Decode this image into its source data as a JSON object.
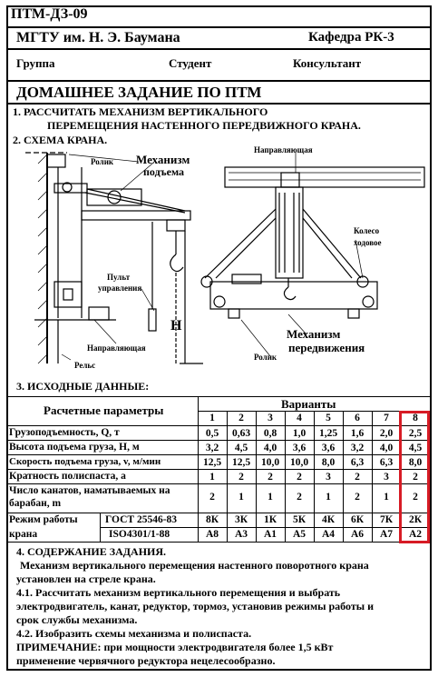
{
  "header": {
    "code": "ПТМ-ДЗ-09",
    "university": "МГТУ им. Н. Э. Баумана",
    "department": "Кафедра РК-3",
    "group_label": "Группа",
    "student_label": "Студент",
    "consultant_label": "Консультант"
  },
  "title": "ДОМАШНЕЕ ЗАДАНИЕ ПО ПТМ",
  "sections": {
    "s1_line1": "1. РАССЧИТАТЬ МЕХАНИЗМ ВЕРТИКАЛЬНОГО",
    "s1_line2": "ПЕРЕМЕЩЕНИЯ НАСТЕННОГО   ПЕРЕДВИЖНОГО КРАНА.",
    "s2": "2. СХЕМА КРАНА.",
    "s3": "3. ИСХОДНЫЕ ДАННЫЕ:"
  },
  "diagram_labels": {
    "roller_top": "Ролик",
    "lift_mech_1": "Механизм",
    "lift_mech_2": "подъема",
    "guide_top_right": "Направляющая",
    "wheel_1": "Колесо",
    "wheel_2": "ходовое",
    "control_1": "Пульт",
    "control_2": "управления",
    "h_mark": "H",
    "guide_bottom": "Направляющая",
    "rail": "Рельс",
    "travel_mech_1": "Механизм",
    "travel_mech_2": "передвижения",
    "roller_bottom": "Ролик"
  },
  "table": {
    "params_header": "Расчетные параметры",
    "variants_header": "Варианты",
    "variants": [
      "1",
      "2",
      "3",
      "4",
      "5",
      "6",
      "7",
      "8"
    ],
    "rows": [
      {
        "label": "Грузоподъемность, Q, т",
        "values": [
          "0,5",
          "0,63",
          "0,8",
          "1,0",
          "1,25",
          "1,6",
          "2,0",
          "2,5"
        ]
      },
      {
        "label": "Высота подъема груза, H, м",
        "values": [
          "3,2",
          "4,5",
          "4,0",
          "3,6",
          "3,6",
          "3,2",
          "4,0",
          "4,5"
        ]
      },
      {
        "label": "Скорость подъема груза, v, м/мин",
        "values": [
          "12,5",
          "12,5",
          "10,0",
          "10,0",
          "8,0",
          "6,3",
          "6,3",
          "8,0"
        ]
      },
      {
        "label": "Кратность полиспаста, a",
        "values": [
          "1",
          "2",
          "2",
          "2",
          "3",
          "2",
          "3",
          "2"
        ]
      },
      {
        "label_1": "Число канатов, наматываемых на",
        "label_2": "барабан, m",
        "values": [
          "2",
          "1",
          "1",
          "2",
          "1",
          "2",
          "1",
          "2"
        ]
      }
    ],
    "mode": {
      "label_1": "Режим работы",
      "label_2": "крана",
      "std1": "ГОСТ 25546-83",
      "std2": "ISO4301/1-88",
      "gost": [
        "8К",
        "3К",
        "1К",
        "5К",
        "4К",
        "6К",
        "7К",
        "2К"
      ],
      "iso": [
        "А8",
        "А3",
        "А1",
        "А5",
        "А4",
        "А6",
        "А7",
        "А2"
      ]
    },
    "highlight_color": "#d71b25"
  },
  "content": {
    "heading": "4. СОДЕРЖАНИЕ ЗАДАНИЯ.",
    "p1_l1": "Механизм вертикального перемещения  настенного поворотного крана",
    "p1_l2": "установлен на стреле крана.",
    "p2_l1": "4.1. Рассчитать механизм вертикального перемещения и выбрать",
    "p2_l2": "электродвигатель, канат, редуктор, тормоз, установив режимы работы и",
    "p2_l3": "срок службы механизма.",
    "p3": "4.2. Изобразить схемы механизма и полиспаста.",
    "note_l1": "ПРИМЕЧАНИЕ:   при мощности электродвигателя более 1,5 кВт",
    "note_l2": "применение червячного редуктора нецелесообразно."
  }
}
